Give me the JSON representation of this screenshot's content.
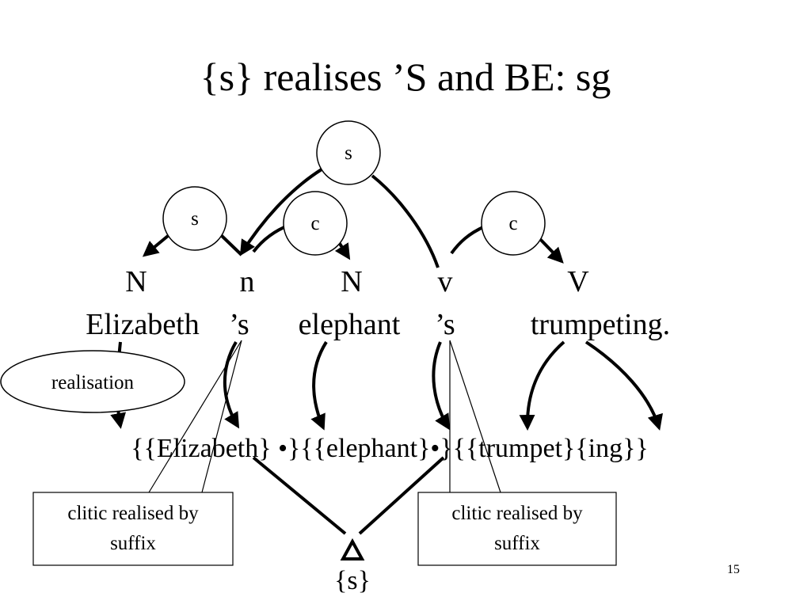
{
  "title": "{s} realises ’S and BE: sg",
  "nodes": {
    "s_top": "s",
    "s_left": "s",
    "c_left": "c",
    "c_right": "c"
  },
  "categories": {
    "cat1": "N",
    "cat2": "n",
    "cat3": "N",
    "cat4": "v",
    "cat5": "V"
  },
  "words": {
    "w1": "Elizabeth",
    "w2": "’s",
    "w3": "elephant",
    "w4": "’s",
    "w5": "trumpeting."
  },
  "realisation_label": "realisation",
  "forms": "{{Elizabeth} •}{{elephant}•}{{trumpet}{ing}}",
  "callout_left": {
    "line1": "clitic realised by",
    "line2": "suffix"
  },
  "callout_right": {
    "line1": "clitic realised by",
    "line2": "suffix"
  },
  "morph": "{s}",
  "page_number": "15"
}
